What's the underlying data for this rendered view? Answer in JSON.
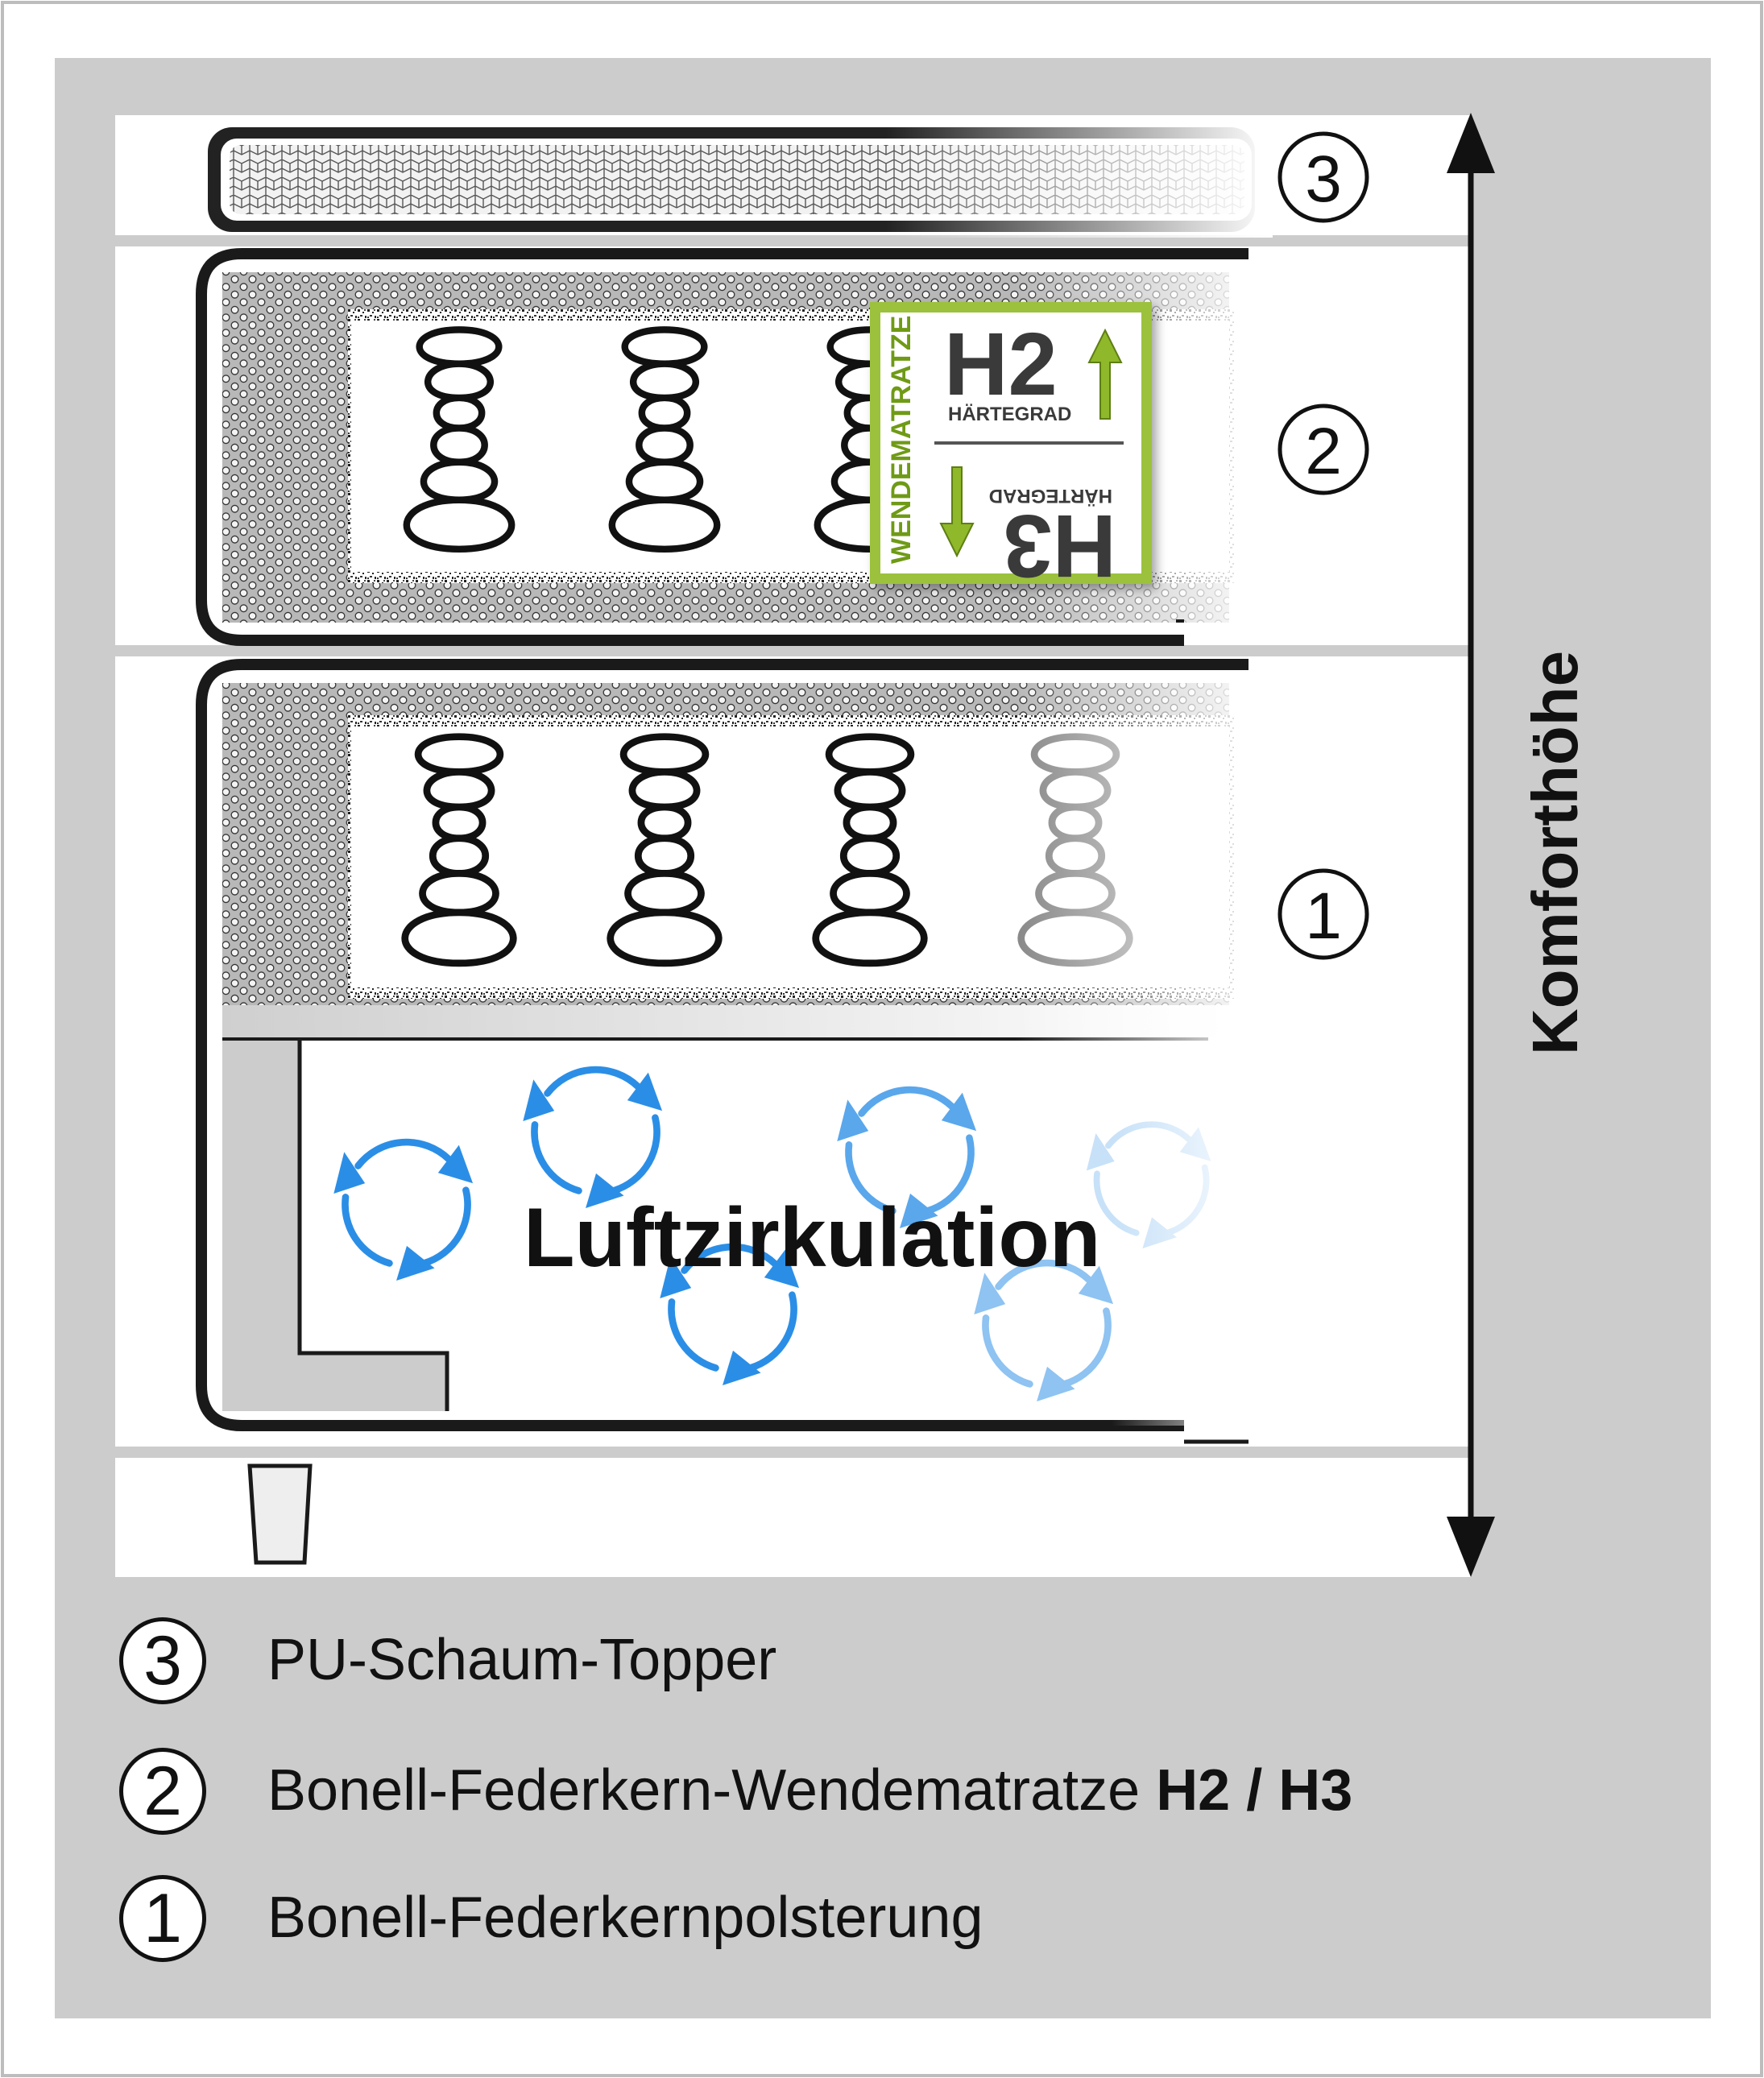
{
  "axis": {
    "label": "Komforthöhe"
  },
  "layers": [
    {
      "number": "3",
      "name": "PU-Schaum-Topper",
      "suffix": ""
    },
    {
      "number": "2",
      "name": "Bonell-Federkern-Wendematratze",
      "suffix": "H2 / H3"
    },
    {
      "number": "1",
      "name": "Bonell-Federkernpolsterung",
      "suffix": ""
    }
  ],
  "badge": {
    "side_label": "WENDEMATRATZE",
    "top_grade": "H2",
    "top_caption": "HÄRTEGRAD",
    "bottom_grade": "H3",
    "bottom_caption": "HÄRTEGRAD"
  },
  "airflow_label": "Luftzirkulation",
  "colors": {
    "frame_gray": "#cccccc",
    "badge_green": "#9cc13c",
    "arrow_blue": "#2b8ee6",
    "outline": "#1a1a1a"
  },
  "icons": [
    "up-down-arrow-icon",
    "spring-icon",
    "circulation-arrow-icon",
    "up-arrow-icon",
    "down-arrow-icon"
  ]
}
